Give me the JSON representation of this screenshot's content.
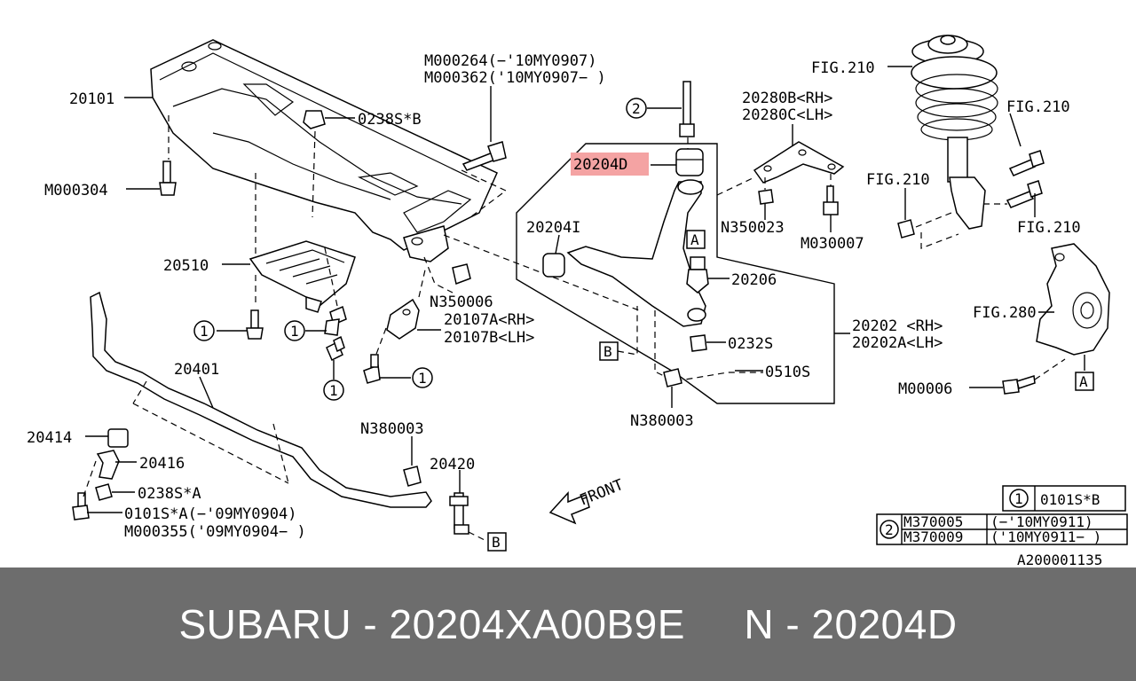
{
  "callouts": {
    "p20101": "20101",
    "m000304": "M000304",
    "p0238s_b": "0238S*B",
    "m000264": "M000264(−'10MY0907)",
    "m000362": "M000362('10MY0907− )",
    "p20510": "20510",
    "n350006": "N350006",
    "p20107a": "20107A<RH>",
    "p20107b": "20107B<LH>",
    "p20401": "20401",
    "p20414": "20414",
    "p20416": "20416",
    "p0238s_a": "0238S*A",
    "p0101s_a": "0101S*A(−'09MY0904)",
    "m000355": "M000355('09MY0904− )",
    "n380003_left": "N380003",
    "p20420": "20420",
    "front": "FRONT",
    "p20204d": "20204D",
    "p20204i": "20204I",
    "p20206": "20206",
    "p0232s": "0232S",
    "p0510s": "0510S",
    "n380003_mid": "N380003",
    "p20280b": "20280B<RH>",
    "p20280c": "20280C<LH>",
    "n350023": "N350023",
    "m030007": "M030007",
    "p20202": "20202 <RH>",
    "p20202a": "20202A<LH>",
    "fig210_top": "FIG.210",
    "fig210_right": "FIG.210",
    "fig210_left": "FIG.210",
    "fig210_bottom": "FIG.210",
    "fig280": "FIG.280",
    "m00006": "M00006",
    "diagram_code": "A200001135"
  },
  "markers": {
    "one": "1",
    "two": "2",
    "a": "A",
    "b": "B"
  },
  "legend": {
    "row1_num": "1",
    "row1_part": "0101S*B",
    "row2_num": "2",
    "row2_part_a": "M370005",
    "row2_range_a": "(−'10MY0911)",
    "row2_part_b": "M370009",
    "row2_range_b": "('10MY0911− )"
  },
  "highlight_color": "#f4a3a3",
  "footer": {
    "text": "SUBARU - 20204XA00B9E     N - 20204D"
  }
}
